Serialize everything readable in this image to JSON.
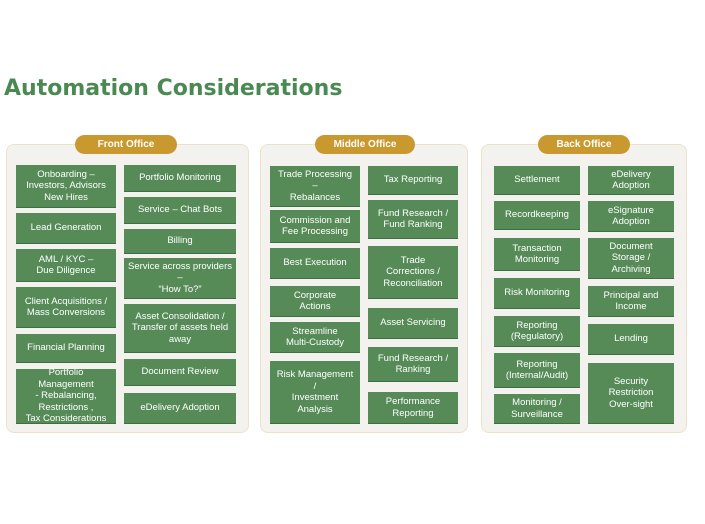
{
  "title": "Automation Considerations",
  "sections": {
    "front": {
      "label": "Front Office",
      "left": [
        "Onboarding –\nInvestors, Advisors\nNew Hires",
        "Lead Generation",
        "AML / KYC –\nDue Diligence",
        "Client Acquisitions /\nMass Conversions",
        "Financial Planning",
        "Portfolio Management\n- Rebalancing,\nRestrictions ,\nTax Considerations"
      ],
      "right": [
        "Portfolio Monitoring",
        "Service – Chat Bots",
        "Billing",
        "Service across providers\n–\n“How To?”",
        "Asset Consolidation /\nTransfer of assets held\naway",
        "Document Review",
        "eDelivery Adoption"
      ]
    },
    "middle": {
      "label": "Middle Office",
      "left": [
        "Trade Processing\n–\nRebalances",
        "Commission and\nFee Processing",
        "Best Execution",
        "Corporate\nActions",
        "Streamline\nMulti-Custody",
        "Risk Management\n/\nInvestment\nAnalysis"
      ],
      "right": [
        "Tax Reporting",
        "Fund Research /\nFund Ranking",
        "Trade\nCorrections /\nReconciliation",
        "Asset Servicing",
        "Fund Research /\nRanking",
        "Performance\nReporting"
      ]
    },
    "back": {
      "label": "Back Office",
      "left": [
        "Settlement",
        "Recordkeeping",
        "Transaction\nMonitoring",
        "Risk Monitoring",
        "Reporting\n(Regulatory)",
        "Reporting\n(Internal/Audit)",
        "Monitoring /\nSurveillance"
      ],
      "right": [
        "eDelivery\nAdoption",
        "eSignature\nAdoption",
        "Document\nStorage /\nArchiving",
        "Principal and\nIncome",
        "Lending",
        "Security\nRestriction\nOver-sight"
      ]
    }
  }
}
